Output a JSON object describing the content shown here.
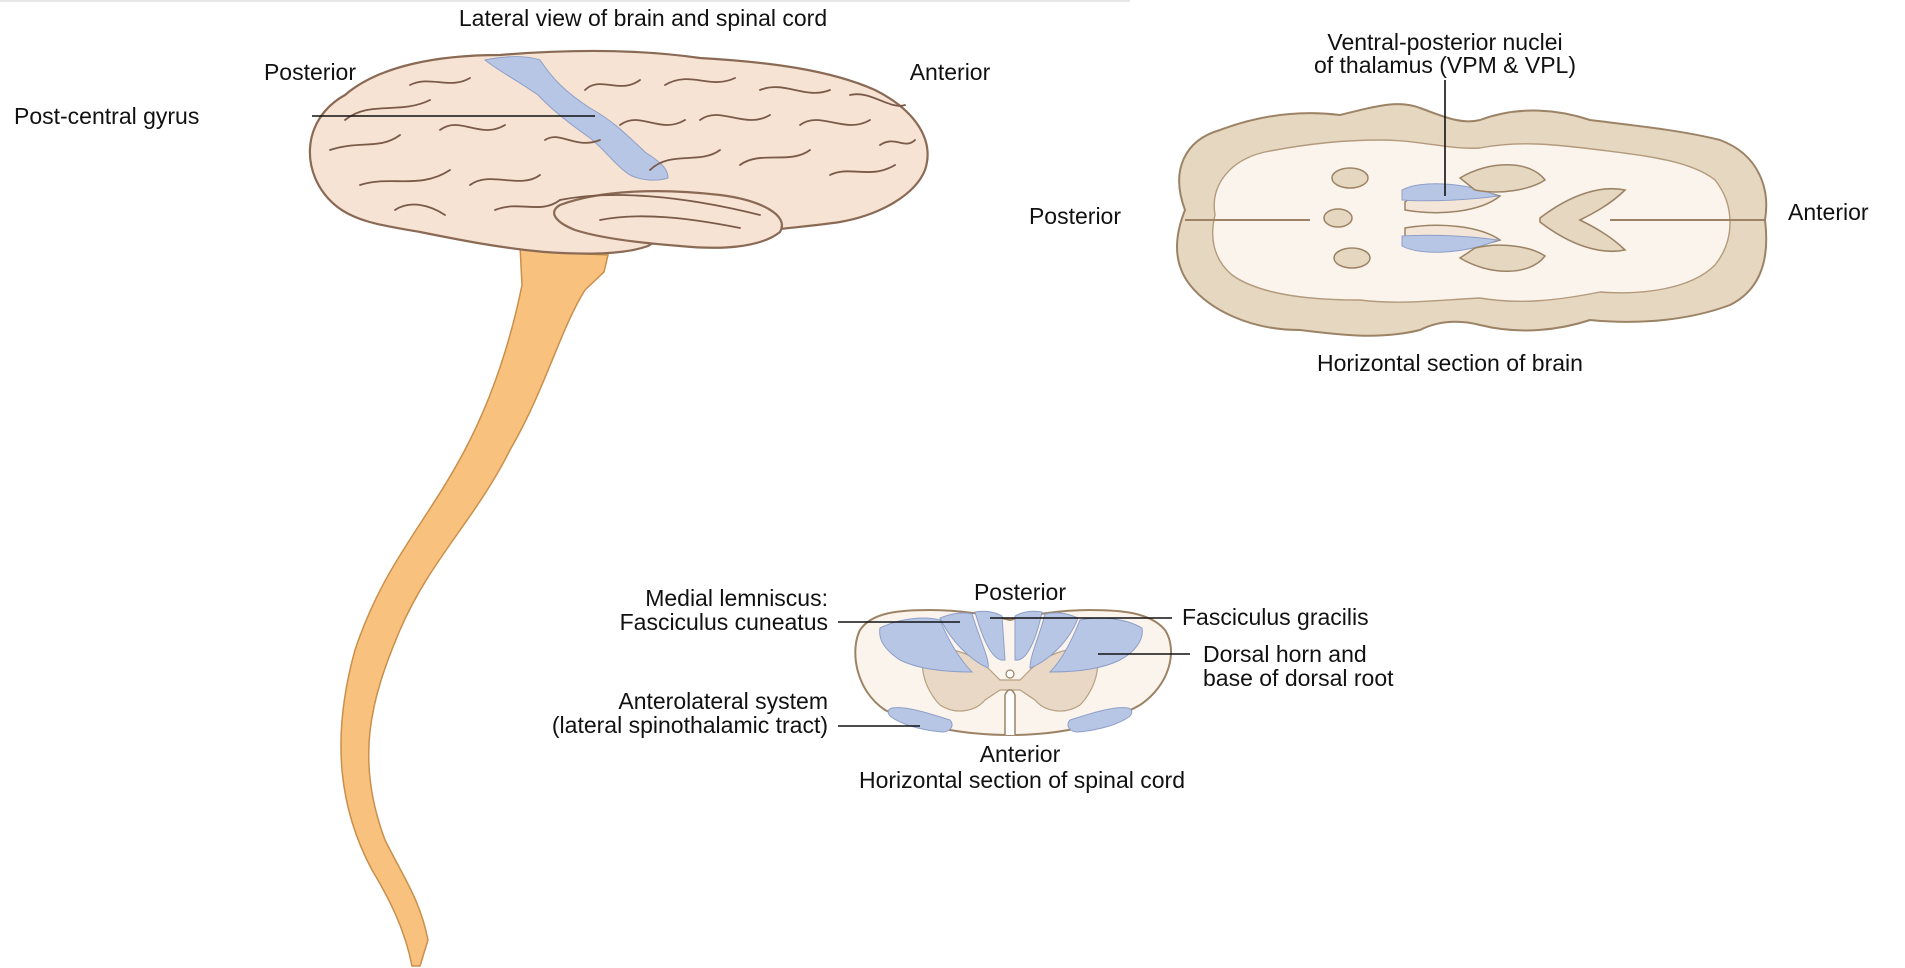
{
  "lateral_view": {
    "title": "Lateral view of brain and spinal cord",
    "posterior_label": "Posterior",
    "anterior_label": "Anterior",
    "post_central_gyrus_label": "Post-central gyrus"
  },
  "horizontal_brain": {
    "nuclei_label_line1": "Ventral-posterior nuclei",
    "nuclei_label_line2": "of thalamus (VPM & VPL)",
    "posterior_label": "Posterior",
    "anterior_label": "Anterior",
    "caption": "Horizontal section of brain"
  },
  "spinal_section": {
    "posterior_label": "Posterior",
    "anterior_label": "Anterior",
    "medial_lemniscus_line1": "Medial lemniscus:",
    "medial_lemniscus_line2": "Fasciculus cuneatus",
    "fasciculus_gracilis_label": "Fasciculus gracilis",
    "dorsal_horn_line1": "Dorsal horn and",
    "dorsal_horn_line2": "base of dorsal root",
    "anterolateral_line1": "Anterolateral system",
    "anterolateral_line2": "(lateral spinothalamic tract)",
    "caption": "Horizontal section of spinal cord"
  },
  "colors": {
    "highlight_blue": "#b8c6e6",
    "brain_tissue": "#f6e3d3",
    "spinal_cord_orange": "#f8c27e",
    "section_outline": "#e6d7c1"
  }
}
